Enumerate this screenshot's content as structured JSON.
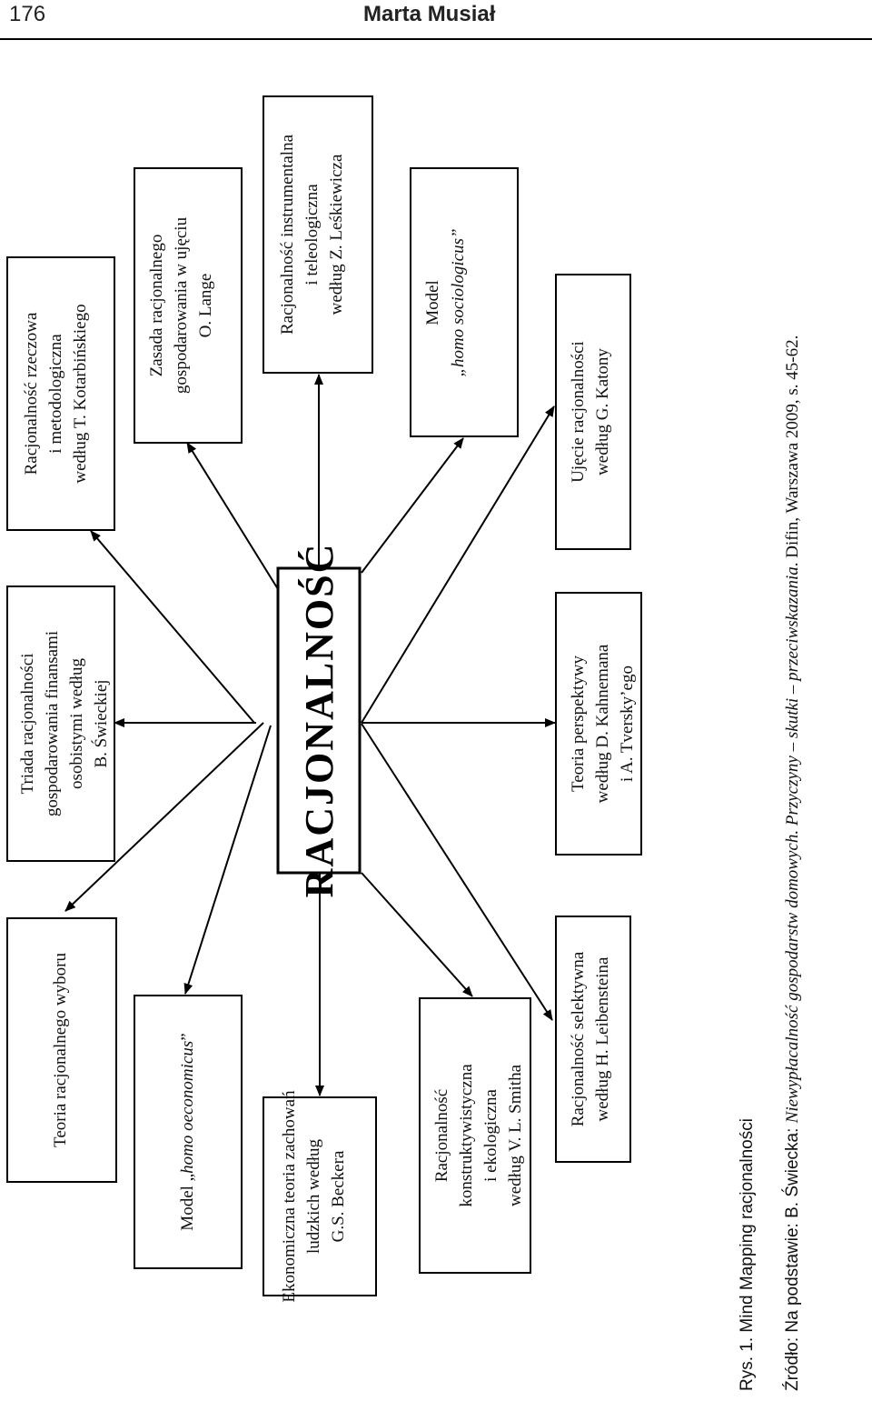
{
  "header": {
    "page_number": "176",
    "author": "Marta Musiał"
  },
  "center": {
    "label": "RACJONALNOŚĆ"
  },
  "nodes": {
    "teoria_wyboru": [
      "Teoria racjonalnego wyboru"
    ],
    "triada": [
      "Triada racjonalności",
      "gospodarowania finansami",
      "osobistymi według",
      "B. Świeckiej"
    ],
    "kotarbinski": [
      "Racjonalność rzeczowa",
      "i metodologiczna",
      "według T. Kotarbińskiego"
    ],
    "homo_oeconomicus": {
      "prefix": "Model „",
      "italic": "homo oeconomicus",
      "suffix": "”"
    },
    "lange": [
      "Zasada racjonalnego",
      "gospodarowania w ujęciu",
      "O. Lange"
    ],
    "becker": [
      "Ekonomiczna teoria zachowań",
      "ludzkich według",
      "G.S. Beckera"
    ],
    "leskiewicz": [
      "Racjonalność instrumentalna",
      "i teleologiczna",
      "według Z. Leśkiewicza"
    ],
    "smith": [
      "Racjonalność",
      "konstruktywistyczna",
      "i ekologiczna",
      "według V. L. Smitha"
    ],
    "sociologicus": {
      "line1": "Model",
      "italic": "„homo sociologicus”"
    },
    "leibenstein": [
      "Racjonalność selektywna",
      "według H. Leibensteina"
    ],
    "kahneman": [
      "Teoria perspektywy",
      "według D. Kahnemana",
      "i A. Tversky’ego"
    ],
    "katona": [
      "Ujęcie racjonalności",
      "według G. Katony"
    ]
  },
  "caption": {
    "figure": "Rys. 1. Mind Mapping racjonalności",
    "source_prefix": "Źródło: Na podstawie: B. Świecka: ",
    "source_title": "Niewypłacalność gospodarstw domowych. Przyczyny – skutki – przeciwskazania",
    "source_suffix": ". Difin, Warszawa 2009, s. 45-62."
  }
}
